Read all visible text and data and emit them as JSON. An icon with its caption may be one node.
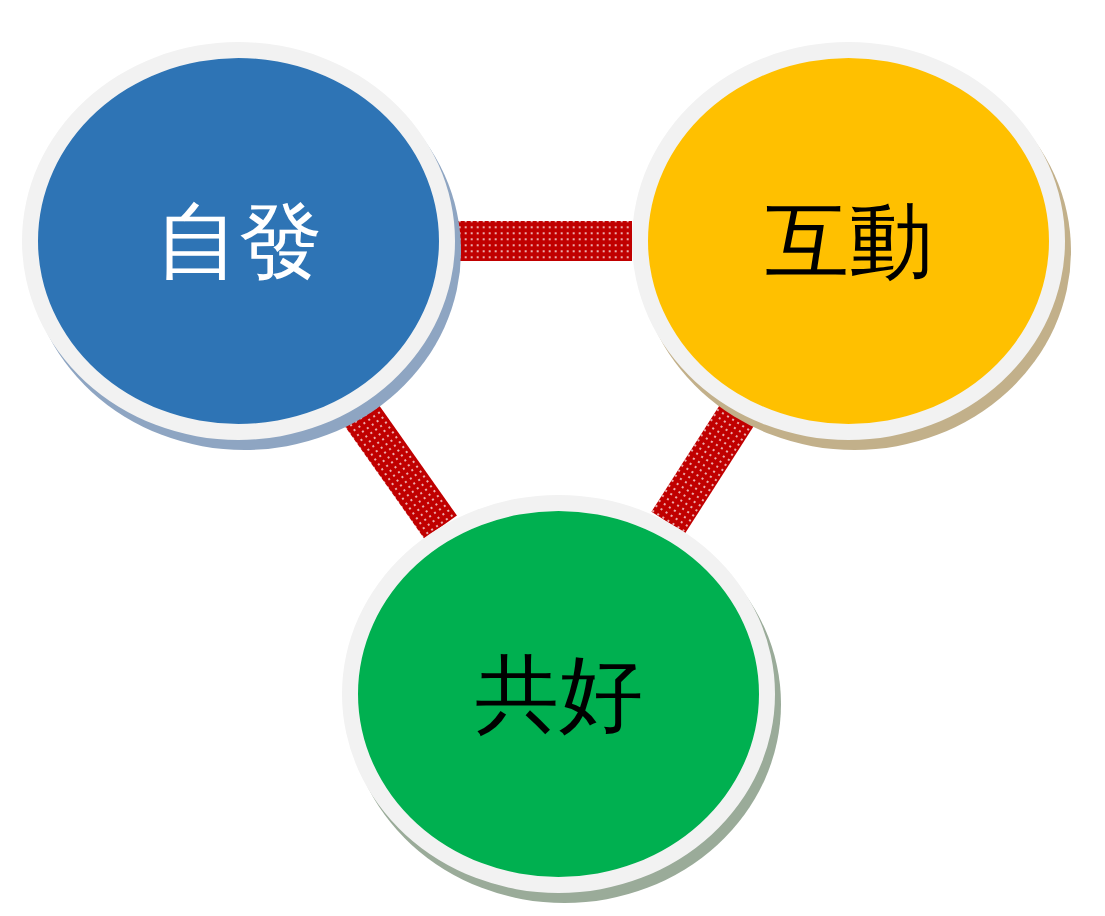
{
  "diagram": {
    "nodes": [
      {
        "text": [
          "自發"
        ]
      },
      {
        "text": [
          "互動"
        ]
      },
      {
        "text": [
          "共好"
        ]
      }
    ],
    "edges": [
      {
        "from": 0,
        "to": 1,
        "arrow": "none"
      },
      {
        "from": 0,
        "to": 2,
        "arrow": "none"
      },
      {
        "from": 1,
        "to": 2,
        "arrow": "none"
      }
    ]
  }
}
